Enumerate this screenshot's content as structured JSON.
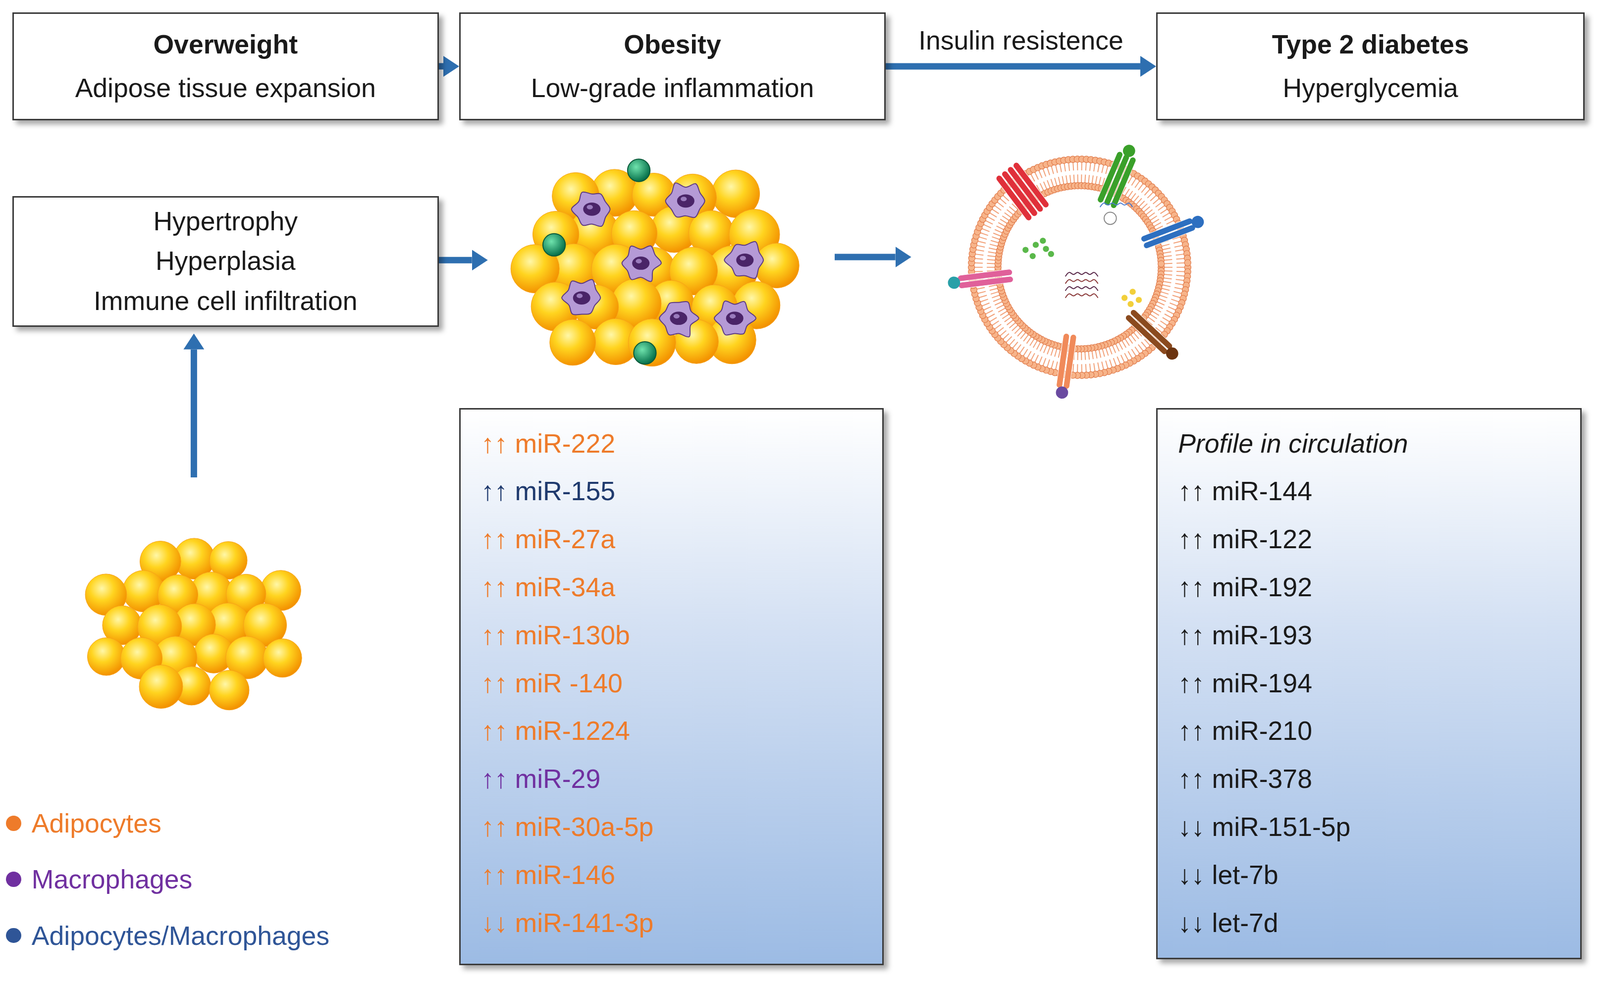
{
  "diagram": {
    "nodes": [
      {
        "text": [
          "Overweight",
          "Adipose tissue expansion"
        ]
      },
      {
        "text": [
          "Obesity",
          "Low-grade inflammation"
        ]
      },
      {
        "text": [
          "Type 2 diabetes",
          "Hyperglycemia"
        ]
      },
      {
        "text": [
          "Hypertrophy",
          "Hyperplasia",
          "Immune cell infiltration"
        ]
      },
      {
        "text": [
          "↑↑ miR-222",
          "↑↑ miR-155",
          "↑↑ miR-27a",
          "↑↑ miR-34a",
          "↑↑ miR-130b",
          "↑↑ miR -140",
          "↑↑ miR-1224",
          "↑↑ miR-29",
          "↑↑ miR-30a-5p",
          "↑↑ miR-146",
          "↓↓ miR-141-3p"
        ]
      },
      {
        "text": [
          "Profile in circulation",
          "↑↑ miR-144",
          "↑↑ miR-122",
          "↑↑ miR-192",
          "↑↑ miR-193",
          "↑↑ miR-194",
          "↑↑ miR-210",
          "↑↑ miR-378",
          "↓↓ miR-151-5p",
          "↓↓ let-7b",
          "↓↓ let-7d"
        ]
      }
    ],
    "edges": [
      {
        "from": 0,
        "to": 1,
        "arrow": "to"
      },
      {
        "from": 1,
        "to": 2,
        "label": "Insulin resistence",
        "arrow": "to"
      }
    ],
    "legend": [
      {
        "text": "Adipocytes",
        "color": "#ee7b2a"
      },
      {
        "text": "Macrophages",
        "color": "#7030a0"
      },
      {
        "text": "Adipocytes/Macrophages",
        "color": "#2f5597"
      }
    ]
  }
}
